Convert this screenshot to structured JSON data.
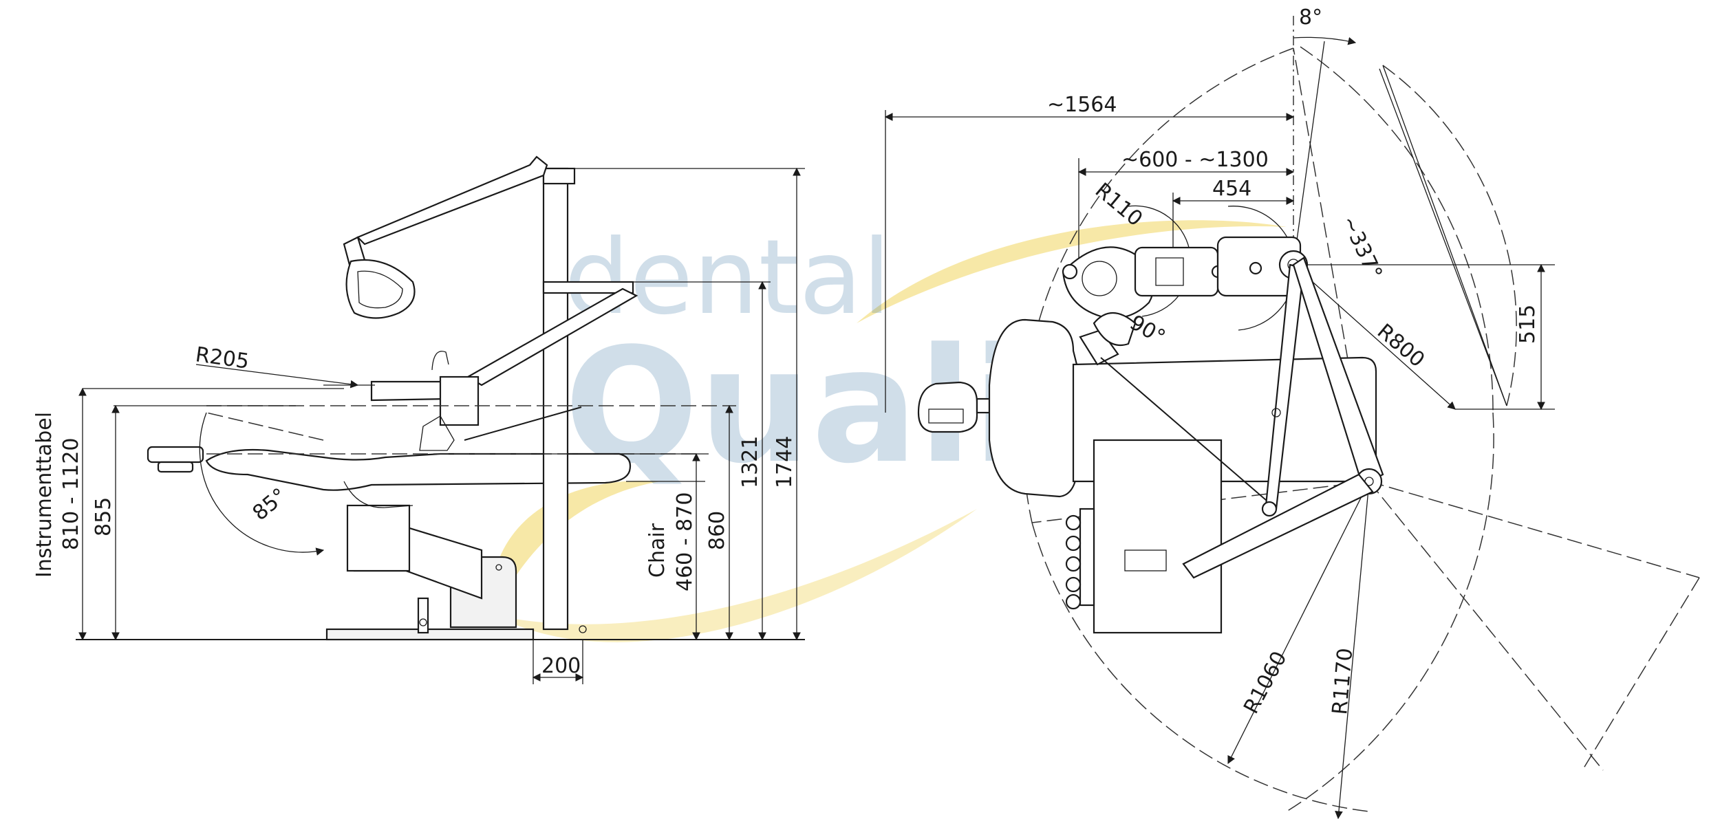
{
  "watermark": {
    "line1": "dental",
    "line2": "Quality",
    "swoosh_color": "#f2dc7a",
    "text_color": "#2c6b9d"
  },
  "side_view": {
    "label_instrumenttabel": "Instrumenttabel",
    "label_instrumenttabel_range": "810 - 1120",
    "dim_855": "855",
    "dim_R205": "R205",
    "angle_85": "85°",
    "label_chair": "Chair",
    "label_chair_range": "460 - 870",
    "dim_860": "860",
    "dim_1321": "1321",
    "dim_1744": "1744",
    "dim_200": "200"
  },
  "top_view": {
    "angle_8": "8°",
    "dim_1564": "~1564",
    "dim_600_1300": "~600 - ~1300",
    "dim_454": "454",
    "dim_R110": "R110",
    "angle_337": "~337°",
    "angle_90": "90°",
    "dim_R800": "R800",
    "dim_515": "515",
    "dim_R1060": "R1060",
    "dim_R1170": "R1170"
  }
}
